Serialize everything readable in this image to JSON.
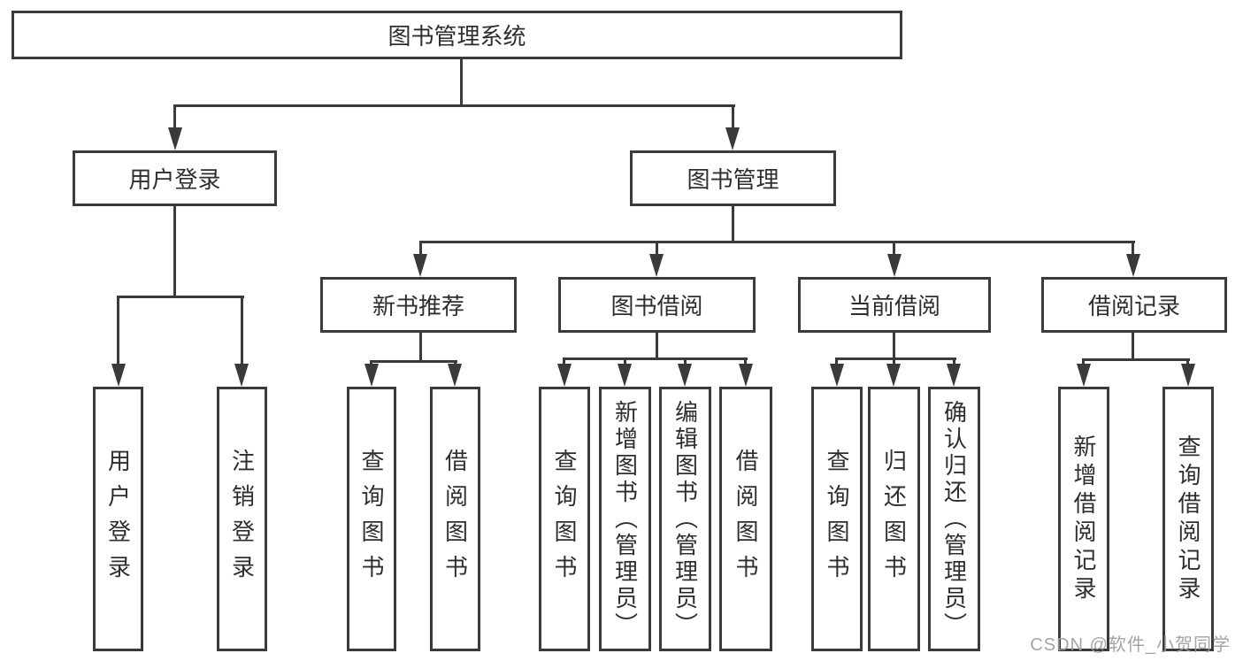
{
  "diagram": {
    "title": "图书管理系统",
    "root": {
      "label": "图书管理系统"
    },
    "user_login": {
      "label": "用户登录",
      "children": [
        {
          "label": "用户登录"
        },
        {
          "label": "注销登录"
        }
      ]
    },
    "book_mgmt": {
      "label": "图书管理"
    },
    "new_book_rec": {
      "label": "新书推荐",
      "children": [
        {
          "label": "查询图书"
        },
        {
          "label": "借阅图书"
        }
      ]
    },
    "book_borrow": {
      "label": "图书借阅",
      "children": [
        {
          "label": "查询图书"
        },
        {
          "label": "新增图书（管理员）"
        },
        {
          "label": "编辑图书（管理员）"
        },
        {
          "label": "借阅图书"
        }
      ]
    },
    "current_borrow": {
      "label": "当前借阅",
      "children": [
        {
          "label": "查询图书"
        },
        {
          "label": "归还图书"
        },
        {
          "label": "确认归还（管理员）"
        }
      ]
    },
    "borrow_record": {
      "label": "借阅记录",
      "children": [
        {
          "label": "新增借阅记录"
        },
        {
          "label": "查询借阅记录"
        }
      ]
    }
  },
  "watermark": {
    "text": "CSDN @软件_小贺同学"
  },
  "colors": {
    "line": "#3a3a3a",
    "text": "#2e2e2e",
    "watermark": "#9b9b9b",
    "background": "#ffffff"
  }
}
